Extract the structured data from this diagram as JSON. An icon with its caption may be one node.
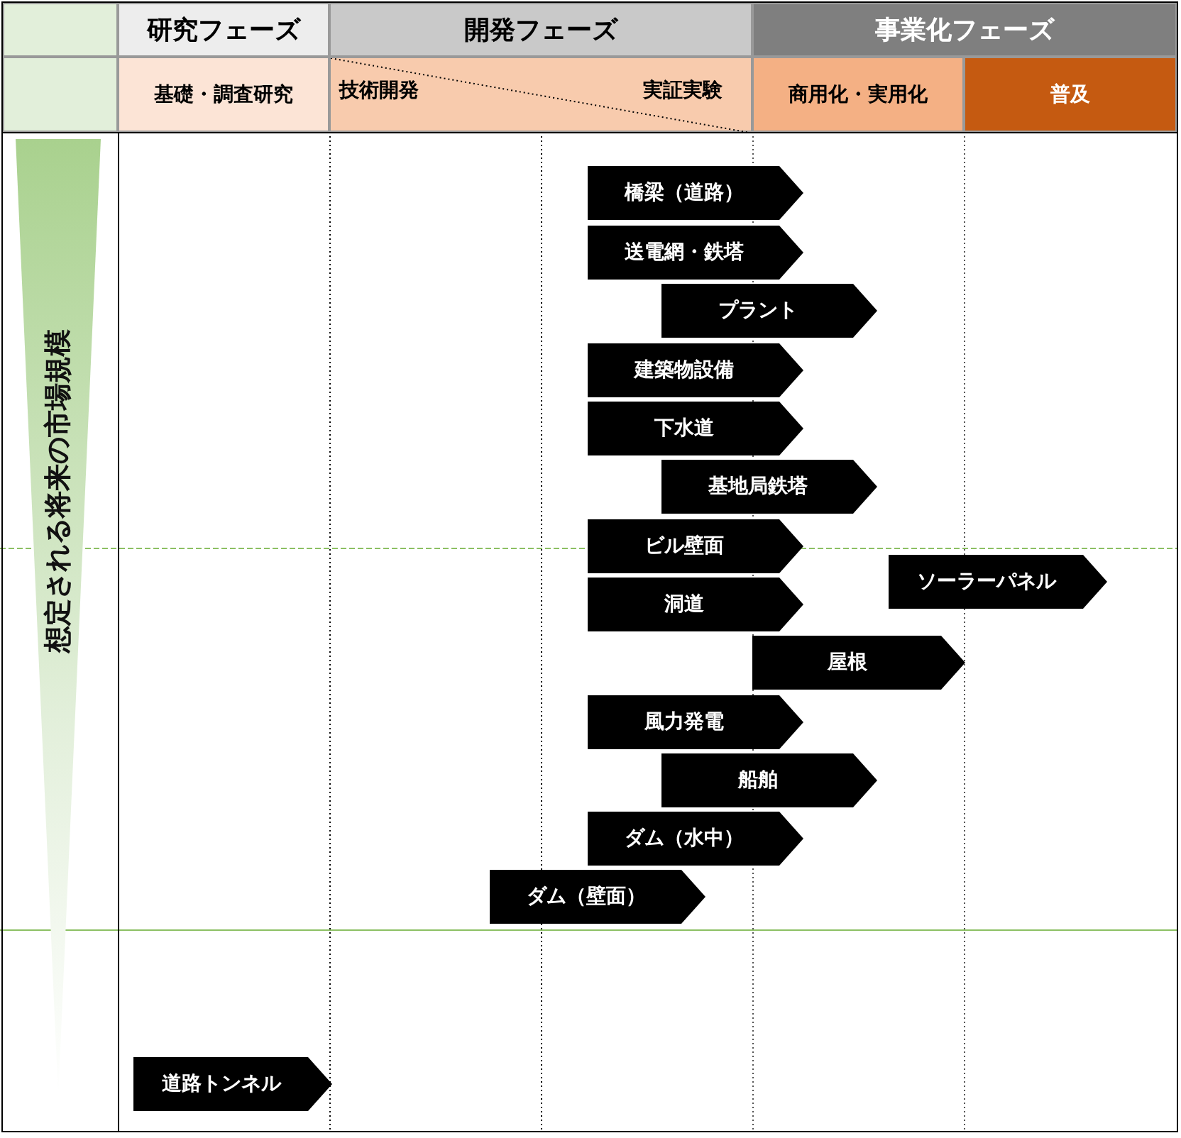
{
  "diagram": {
    "nodes": [
      {
        "text": [
          "研究フェーズ"
        ]
      },
      {
        "text": [
          "開発フェーズ"
        ]
      },
      {
        "text": [
          "事業化フェーズ"
        ]
      },
      {
        "text": [
          "基礎・調査研究"
        ]
      },
      {
        "text": [
          "技術開発",
          "実証実験"
        ]
      },
      {
        "text": [
          "商用化・実用化"
        ]
      },
      {
        "text": [
          "普及"
        ]
      },
      {
        "text": [
          "想定される将来の市場規模"
        ]
      },
      {
        "text": [
          "橋梁（道路）"
        ]
      },
      {
        "text": [
          "送電網・鉄塔"
        ]
      },
      {
        "text": [
          "プラント"
        ]
      },
      {
        "text": [
          "建築物設備"
        ]
      },
      {
        "text": [
          "下水道"
        ]
      },
      {
        "text": [
          "基地局鉄塔"
        ]
      },
      {
        "text": [
          "ビル壁面"
        ]
      },
      {
        "text": [
          "ソーラーパネル"
        ]
      },
      {
        "text": [
          "洞道"
        ]
      },
      {
        "text": [
          "屋根"
        ]
      },
      {
        "text": [
          "風力発電"
        ]
      },
      {
        "text": [
          "船舶"
        ]
      },
      {
        "text": [
          "ダム（水中）"
        ]
      },
      {
        "text": [
          "ダム（壁面）"
        ]
      },
      {
        "text": [
          "道路トンネル"
        ]
      }
    ]
  }
}
